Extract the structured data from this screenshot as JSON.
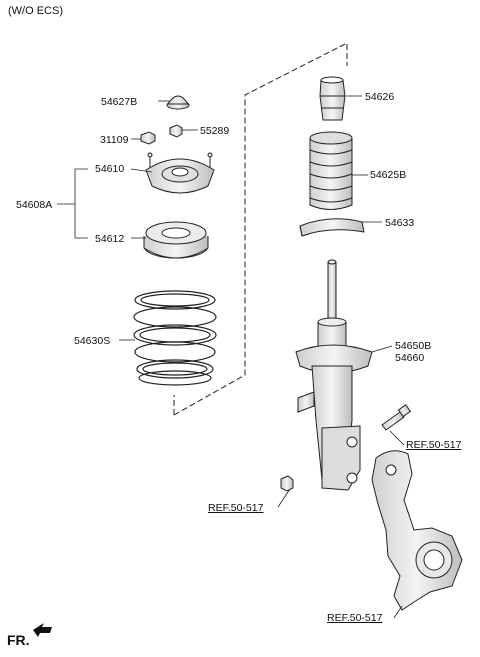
{
  "header": {
    "variant": "(W/O ECS)"
  },
  "labels": {
    "p54627b": "54627B",
    "p31109": "31109",
    "p55289": "55289",
    "p54610": "54610",
    "p54608a": "54608A",
    "p54612": "54612",
    "p54630s": "54630S",
    "p54626": "54626",
    "p54625b": "54625B",
    "p54633": "54633",
    "p54650b": "54650B",
    "p54660": "54660"
  },
  "refs": {
    "ref_right": "REF.50-517",
    "ref_left": "REF.50-517",
    "ref_bottom": "REF.50-517"
  },
  "footer": {
    "direction": "FR."
  },
  "colors": {
    "line": "#222222",
    "part_fill": "#f2f2f2",
    "part_shade": "#d9d9d9"
  }
}
